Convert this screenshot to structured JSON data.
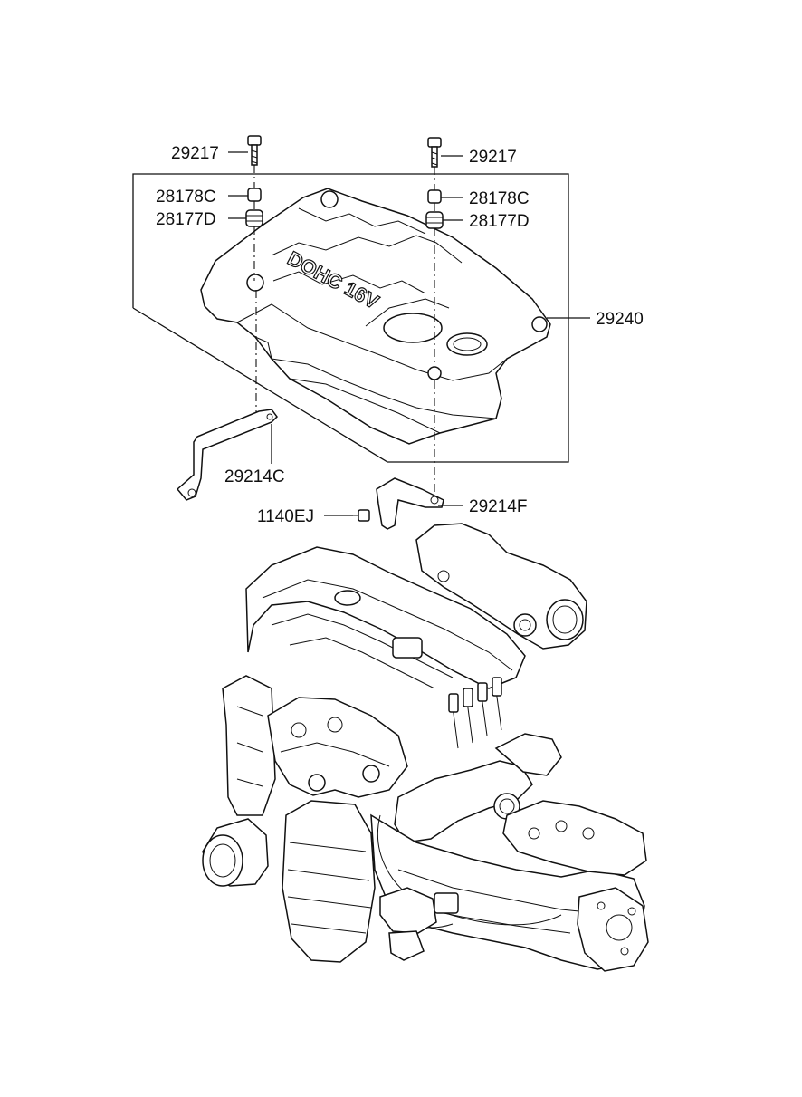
{
  "part_labels": [
    {
      "id": "bolt-left",
      "code": "29217"
    },
    {
      "id": "bolt-right",
      "code": "29217"
    },
    {
      "id": "collar-left",
      "code": "28178C"
    },
    {
      "id": "collar-right",
      "code": "28178C"
    },
    {
      "id": "grommet-left",
      "code": "28177D"
    },
    {
      "id": "grommet-right",
      "code": "28177D"
    },
    {
      "id": "engine-cover",
      "code": "29240"
    },
    {
      "id": "bracket-left",
      "code": "29214C"
    },
    {
      "id": "bracket-right",
      "code": "29214F"
    },
    {
      "id": "bolt-bracket",
      "code": "1140EJ"
    }
  ],
  "cover_embossing": "DOHC 16V"
}
